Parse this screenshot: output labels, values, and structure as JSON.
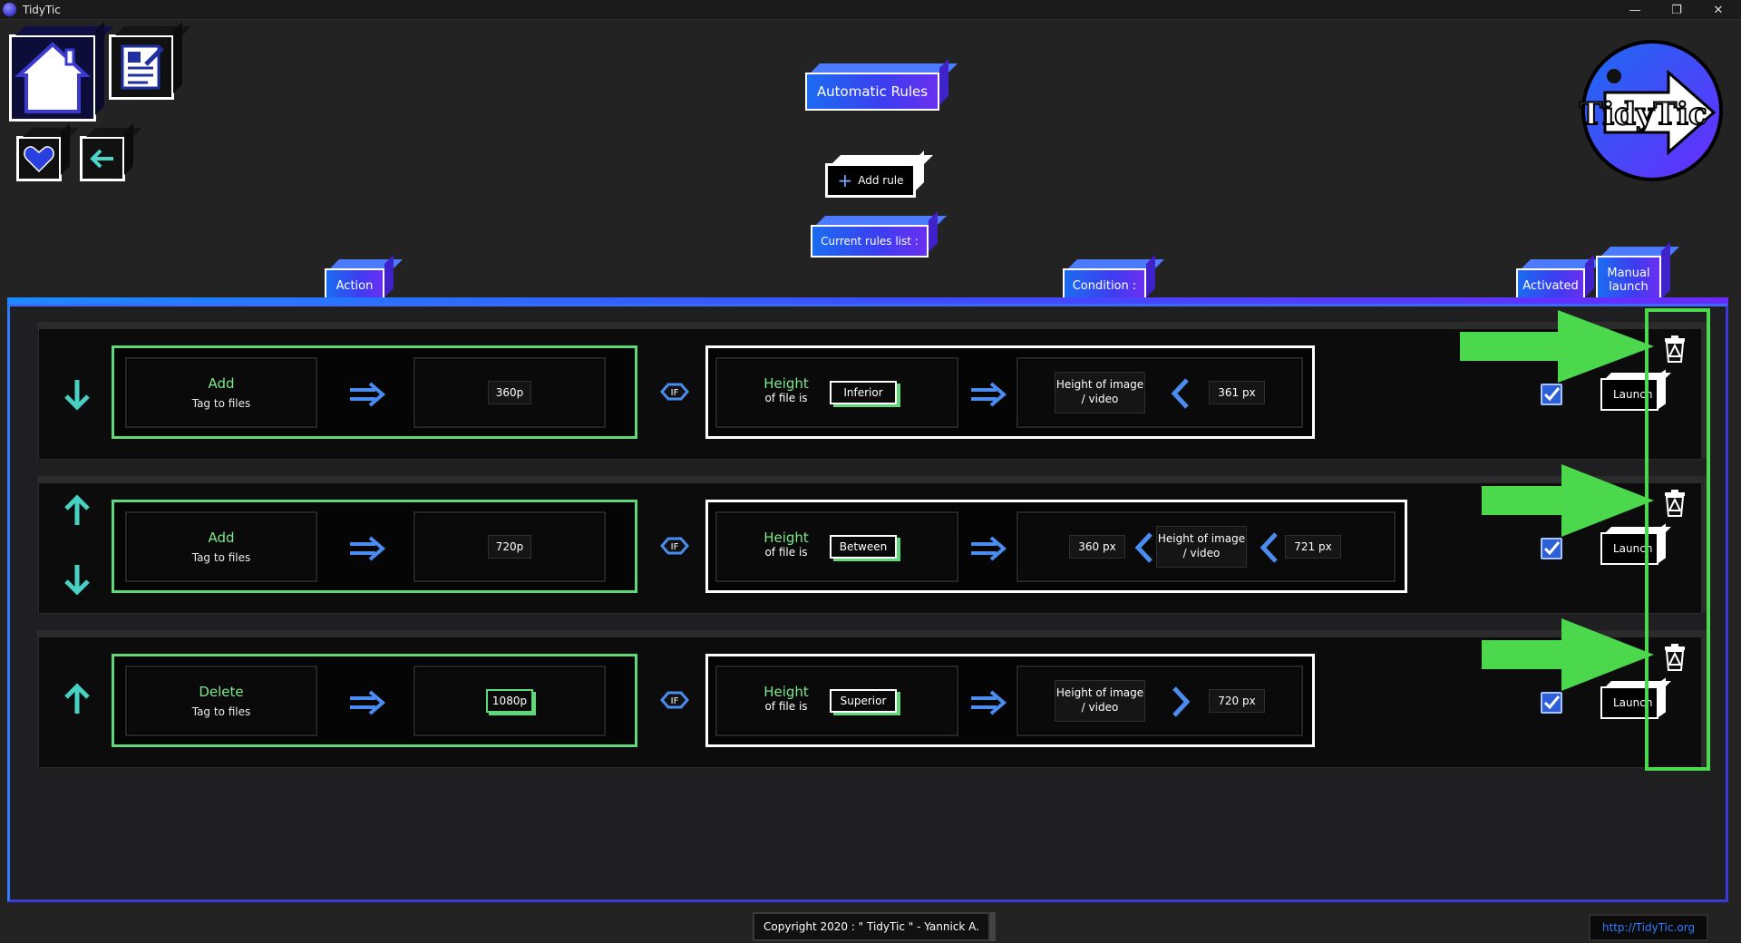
{
  "window": {
    "title": "TidyTic",
    "minimize": "—",
    "restore": "❐",
    "close": "✕"
  },
  "header": {
    "page_title": "Automatic Rules",
    "add_rule_label": "Add rule",
    "rules_list_label": "Current rules list :",
    "logo_text": "TidyTic"
  },
  "columns": {
    "action": "Action",
    "condition": "Condition :",
    "activated": "Activated",
    "manual_launch": "Manual launch"
  },
  "rules": [
    {
      "action_name": "Add",
      "action_target": "Tag to files",
      "action_value": "360p",
      "if_label": "IF",
      "cond_label": "Height",
      "cond_sub": "of file is",
      "operator": "Inferior",
      "comparison": [
        "Height of image / video",
        "361 px"
      ],
      "activated": true,
      "launch_label": "Launch"
    },
    {
      "action_name": "Add",
      "action_target": "Tag to files",
      "action_value": "720p",
      "if_label": "IF",
      "cond_label": "Height",
      "cond_sub": "of file is",
      "operator": "Between",
      "comparison": [
        "360 px",
        "Height of image / video",
        "721 px"
      ],
      "activated": true,
      "launch_label": "Launch"
    },
    {
      "action_name": "Delete",
      "action_target": "Tag to files",
      "action_value": "1080p",
      "if_label": "IF",
      "cond_label": "Height",
      "cond_sub": "of file is",
      "operator": "Superior",
      "comparison": [
        "Height of image / video",
        "720 px"
      ],
      "activated": true,
      "launch_label": "Launch"
    }
  ],
  "footer": {
    "copyright": "Copyright 2020 : \" TidyTic \" - Yannick A.",
    "link": "http://TidyTic.org"
  },
  "colors": {
    "accent_blue": "#2f7cff",
    "accent_purple": "#6a2aff",
    "green": "#5fd87a",
    "annotation_green": "#4cd84c"
  }
}
